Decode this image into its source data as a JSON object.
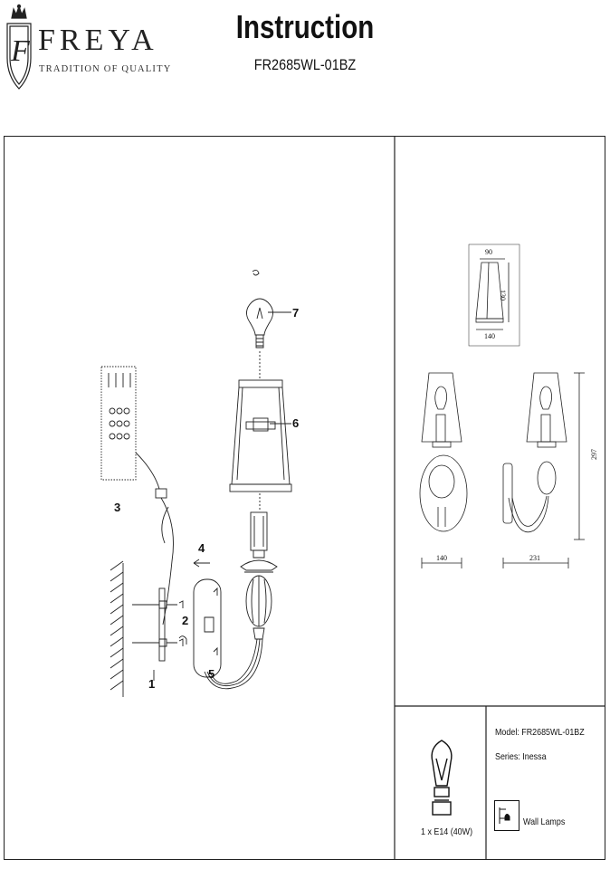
{
  "header": {
    "brand_name": "FREYA",
    "brand_tagline": "TRADITION OF QUALITY",
    "logo_letter": "F",
    "title": "Instruction",
    "model": "FR2685WL-01BZ"
  },
  "assembly": {
    "parts": [
      {
        "label": "1"
      },
      {
        "label": "2"
      },
      {
        "label": "3"
      },
      {
        "label": "4"
      },
      {
        "label": "5"
      },
      {
        "label": "6"
      },
      {
        "label": "7"
      }
    ]
  },
  "dimensions": {
    "shade_top": "90",
    "shade_height": "130",
    "shade_bottom": "140",
    "front_width": "140",
    "side_depth": "231",
    "total_height": "297"
  },
  "info": {
    "model_line": "Model: FR2685WL-01BZ",
    "series_line": "Series: Inessa",
    "bulb_spec": "1 x E14 (40W)",
    "category": "Wall Lamps"
  },
  "colors": {
    "line": "#222222"
  }
}
